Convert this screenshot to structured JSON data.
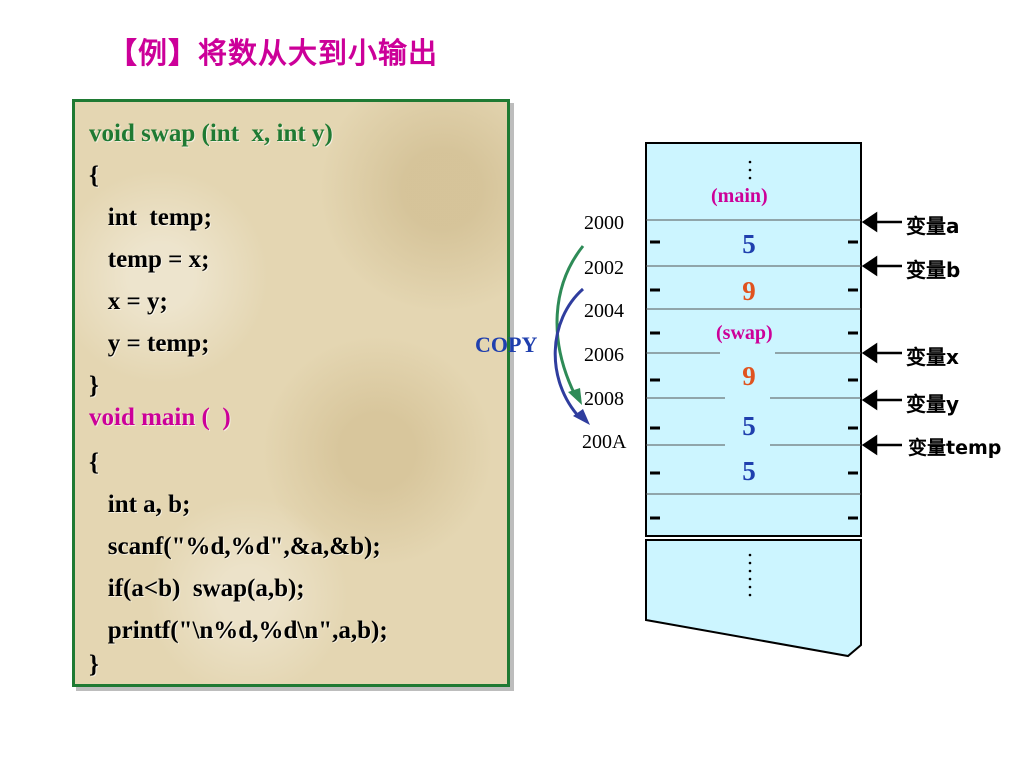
{
  "title": "【例】将数从大到小输出",
  "code": {
    "line1": "void swap (int  x, int y)",
    "line2": "{",
    "line3": "   int  temp;",
    "line4": "   temp = x;",
    "line5": "   x = y;",
    "line6": "   y = temp;",
    "line7": "}",
    "line8": "void main (  )",
    "line9": "{",
    "line10": "   int a, b;",
    "line11": "   scanf(\"%d,%d\",&a,&b);",
    "line12": "   if(a<b)  swap(a,b);",
    "line13": "   printf(\"\\n%d,%d\\n\",a,b);",
    "line14": "}"
  },
  "memory": {
    "main_label": "(main)",
    "swap_label": "(swap)",
    "addresses": [
      "2000",
      "2002",
      "2004",
      "2006",
      "2008",
      "200A"
    ],
    "values": {
      "a": "5",
      "b": "9",
      "x": "9",
      "y": "5",
      "temp": "5"
    },
    "variables": {
      "a": "变量a",
      "b": "变量b",
      "x": "变量x",
      "y": "变量y",
      "temp": "变量temp"
    },
    "copy_label": "COPY",
    "colors": {
      "cell_fill": "#ccf5ff",
      "blue_value": "#1f3fae",
      "orange_value": "#e0531f",
      "region_label": "#cc0099",
      "copy_arrow_green": "#2e8b57",
      "copy_arrow_blue": "#2f3d9e"
    }
  }
}
